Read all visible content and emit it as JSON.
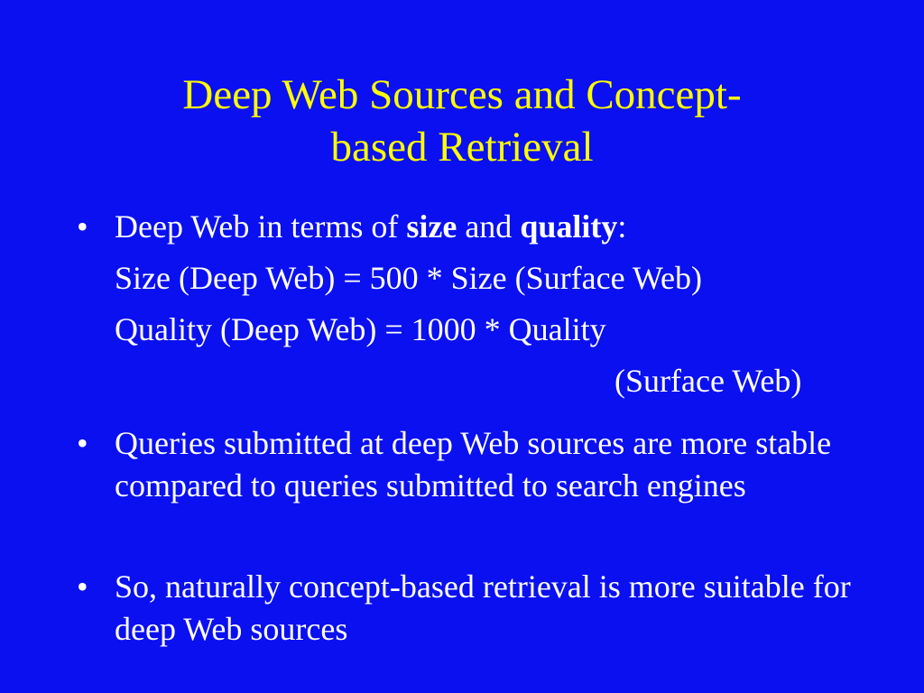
{
  "slide": {
    "title_line1": "Deep Web Sources and Concept-",
    "title_line2": "based Retrieval",
    "bullet_symbol": "•",
    "bullet1": {
      "pre": "Deep Web in terms of ",
      "size_word": "size",
      "mid": " and ",
      "quality_word": "quality",
      "post": ":",
      "line2": "Size (Deep Web) = 500 * Size (Surface Web)",
      "line3": "Quality (Deep Web) = 1000 * Quality",
      "line4": "(Surface Web)"
    },
    "bullet2": "Queries submitted at deep Web sources are more stable compared to queries submitted to search engines",
    "bullet3": "So, naturally concept-based retrieval is more suitable for deep Web sources"
  },
  "colors": {
    "background": "#0a10f0",
    "title": "#ffff00",
    "text": "#ffffff"
  }
}
